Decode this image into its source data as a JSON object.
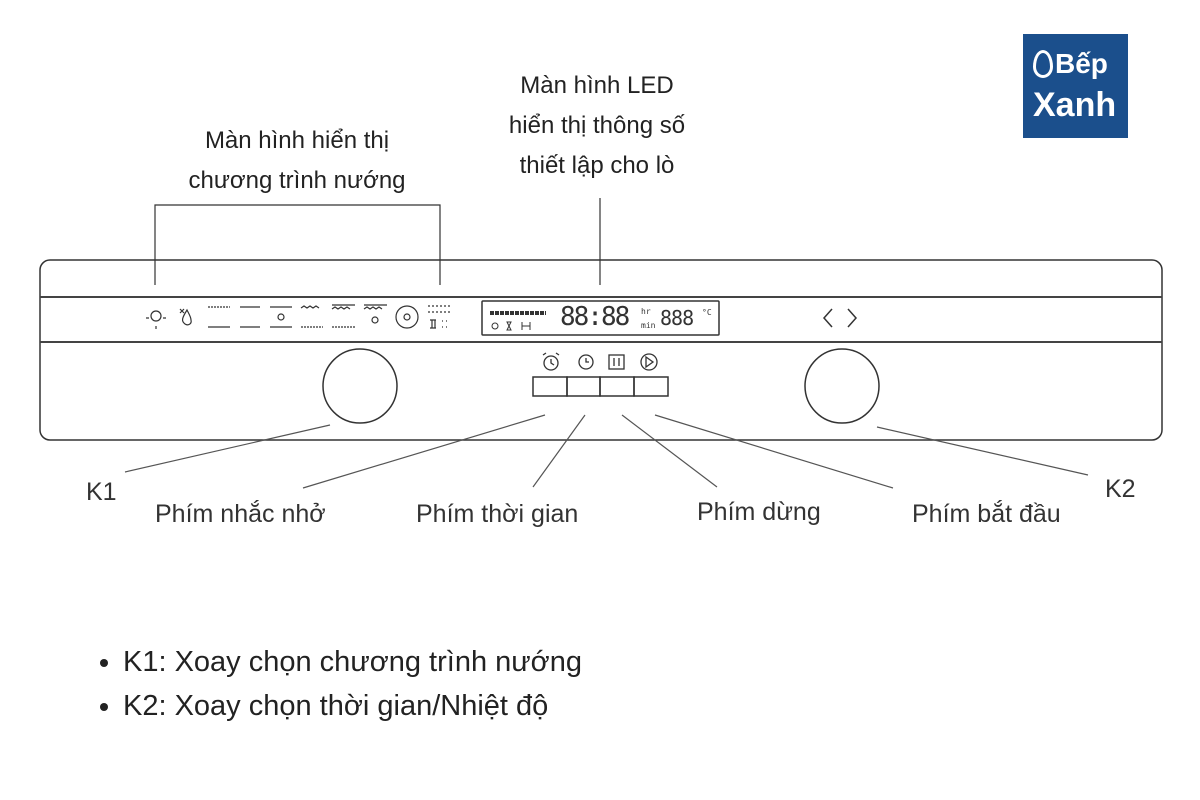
{
  "logo": {
    "line1": "Bếp",
    "line2": "Xanh"
  },
  "callouts": {
    "program_display": [
      "Màn hình hiển thị",
      "chương trình nướng"
    ],
    "led_display": [
      "Màn hình LED",
      "hiển thị thông số",
      "thiết lập cho lò"
    ]
  },
  "led": {
    "time": "88:88",
    "hr": "hr",
    "min": "min",
    "temp": "888",
    "unit": "°C"
  },
  "labels": {
    "k1": "K1",
    "k2": "K2",
    "reminder": "Phím nhắc nhở",
    "time": "Phím thời gian",
    "pause": "Phím dừng",
    "start": "Phím bắt đầu"
  },
  "notes": [
    "K1: Xoay chọn chương trình nướng",
    "K2: Xoay chọn thời gian/Nhiệt độ"
  ]
}
